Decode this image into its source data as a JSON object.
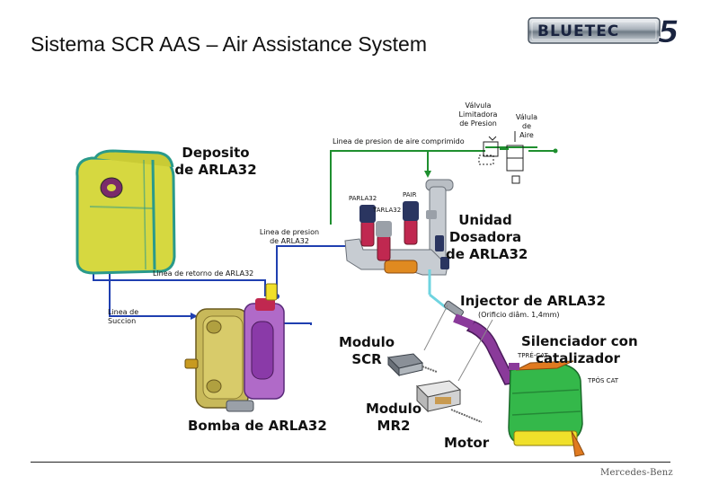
{
  "slide": {
    "title": "Sistema SCR AAS – Air Assistance System",
    "logo_text": "BLUETEC",
    "logo_number": "5",
    "brand": "Mercedes-Benz"
  },
  "labels": {
    "tank": [
      "Deposito",
      "de ARLA32"
    ],
    "dosing_unit": [
      "Unidad",
      "Dosadora",
      "de ARLA32"
    ],
    "injector": "Injector de ARLA32",
    "orifice": "(Orificio diâm. 1,4mm)",
    "muffler": [
      "Silenciador con",
      "catalizador"
    ],
    "scr_module": [
      "Modulo",
      "SCR"
    ],
    "mr2_module": [
      "Modulo",
      "MR2"
    ],
    "pump": "Bomba de ARLA32",
    "engine": "Motor",
    "pressure_valve": [
      "Válvula",
      "Limitadora",
      "de Presion"
    ],
    "air_valve": [
      "Válula",
      "de",
      "Aire"
    ],
    "air_line": "Linea de presion de aire comprimido",
    "arla_pressure_line": [
      "Linea de presion",
      "de ARLA32"
    ],
    "return_line": "Linea de retorno de ARLA32",
    "suction_line": [
      "Linea de",
      "Succion"
    ],
    "p_arla": "PARLA32",
    "p_air": "PAIR",
    "t_arla": "TARLA32",
    "t_pre_cat": "TPRÉ-CAT",
    "t_pos_cat": "TPÓS CAT"
  },
  "colors": {
    "air_line": "#1f8f2f",
    "arla_line": "#1f3fb0",
    "tank_body": "#d6d840",
    "tank_frame": "#2a9a8a",
    "pump_body": "#c8b95a",
    "pump_purple": "#8a3aa8",
    "injector_pipe": "#8a3a9a",
    "catalyst_green": "#34b84a",
    "catalyst_orange": "#e07a20",
    "valve_body": "#c02850",
    "cap_navy": "#2a3560"
  }
}
